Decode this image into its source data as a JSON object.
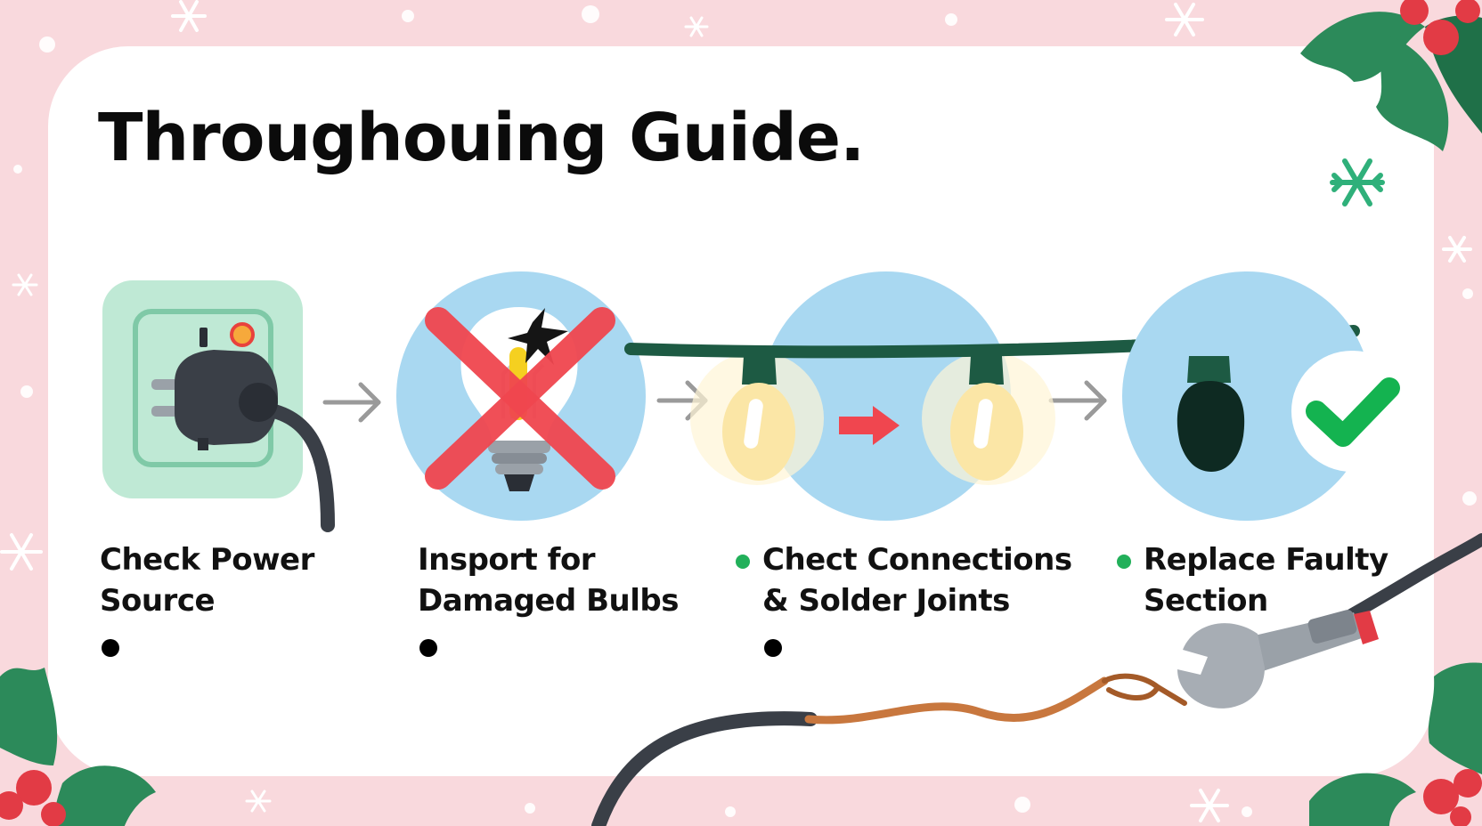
{
  "title": "Throughouing Guide.",
  "steps": [
    {
      "label_line1": "Check Power",
      "label_line2": "Source"
    },
    {
      "label_line1": "Insport for",
      "label_line2": "Damaged Bulbs"
    },
    {
      "label_line1": "Chect Connections",
      "label_line2": "& Solder Joints"
    },
    {
      "label_line1": "Replace Faulty",
      "label_line2": "Section"
    }
  ],
  "colors": {
    "background": "#f9d9dd",
    "card": "#ffffff",
    "circle": "#a9d8f1",
    "outlet_panel": "#bfe9d5",
    "wire_green": "#1d5a43",
    "cross_red": "#f0464f",
    "check_green": "#14b350",
    "bullet_green": "#22b05a",
    "holly_green": "#2c8a5a",
    "berry_red": "#e23b45"
  },
  "icons": [
    "power-outlet-icon",
    "broken-bulb-icon",
    "light-string-icon",
    "checkmark-icon",
    "wrench-icon",
    "holly-icon",
    "snowflake-icon"
  ]
}
